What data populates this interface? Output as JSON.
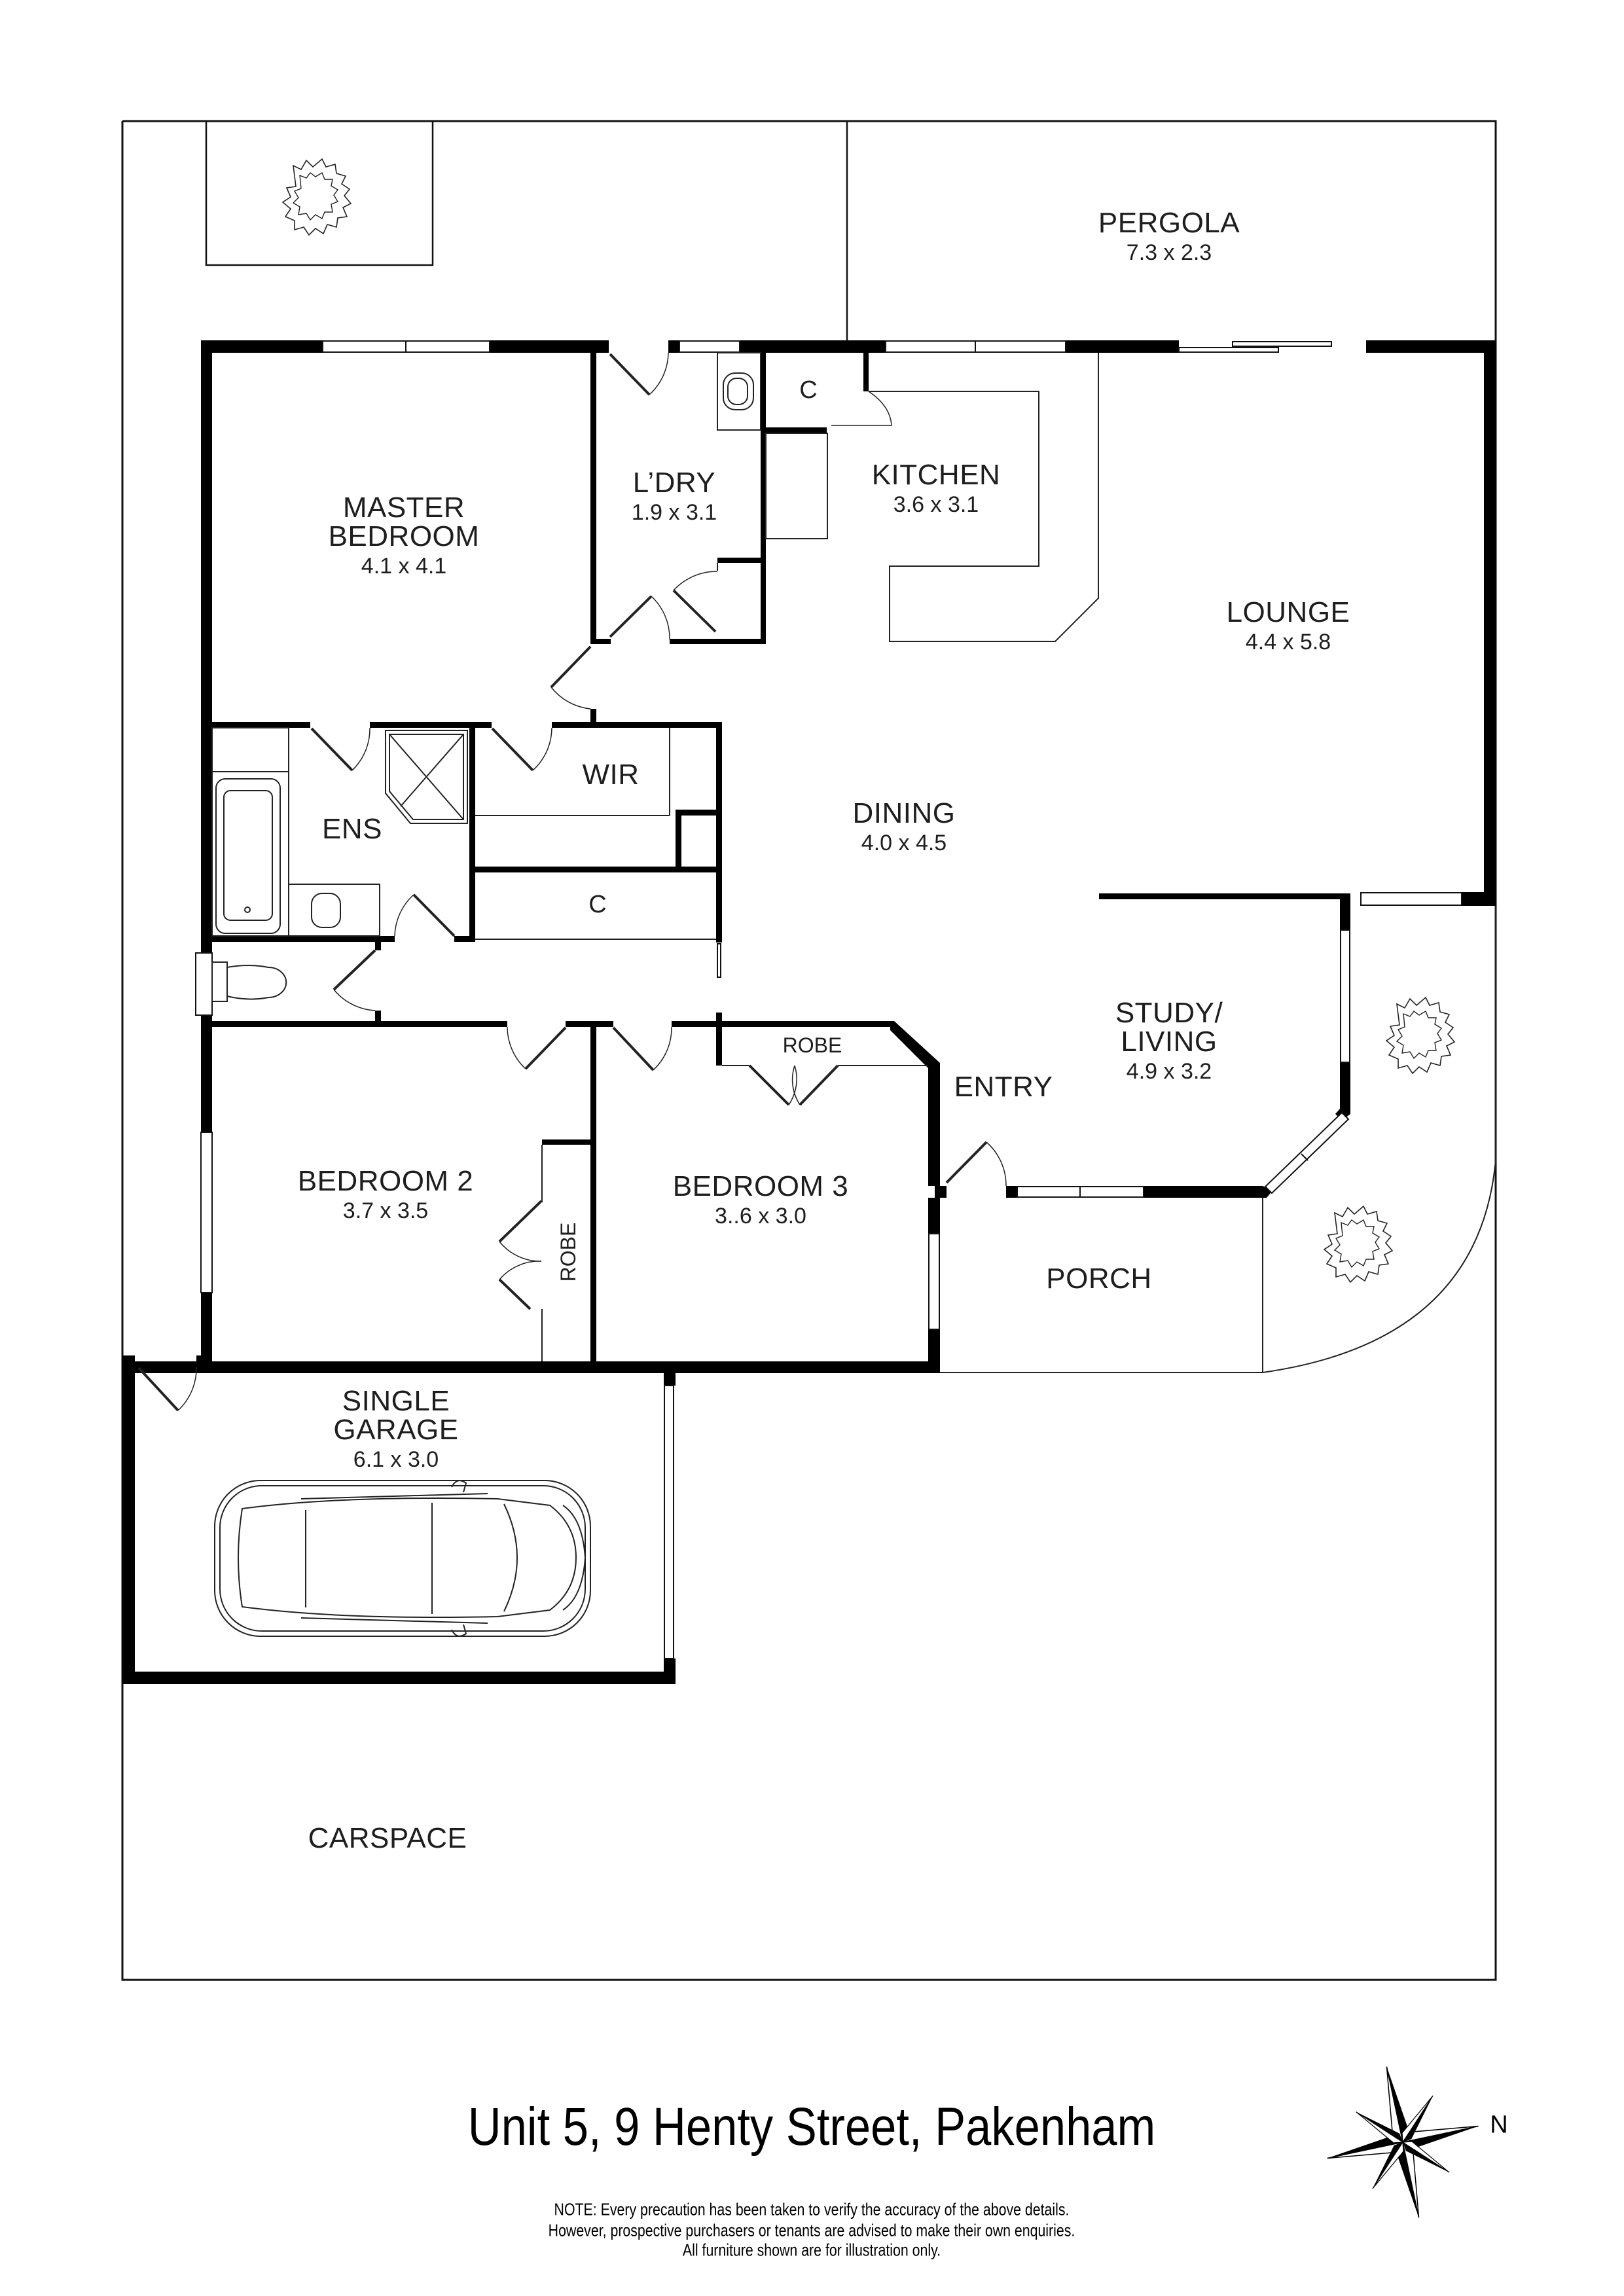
{
  "property": {
    "address": "Unit 5, 9 Henty Street, Pakenham"
  },
  "disclaimer": {
    "line1": "NOTE: Every precaution has been taken to verify the accuracy of the above details.",
    "line2": "However, prospective purchasers or tenants are advised to make their own enquiries.",
    "line3": "All furniture shown are for illustration only."
  },
  "compass": {
    "label": "N",
    "icon": "compass-rose-icon"
  },
  "rooms": {
    "pergola": {
      "name": "PERGOLA",
      "dims": "7.3 x 2.3"
    },
    "master_bedroom": {
      "name_line1": "MASTER",
      "name_line2": "BEDROOM",
      "dims": "4.1 x 4.1"
    },
    "laundry": {
      "name": "L’DRY",
      "dims": "1.9 x 3.1"
    },
    "kitchen_cupboard": {
      "name": "C"
    },
    "kitchen": {
      "name": "KITCHEN",
      "dims": "3.6 x 3.1"
    },
    "lounge": {
      "name": "LOUNGE",
      "dims": "4.4 x 5.8"
    },
    "ensuite": {
      "name": "ENS"
    },
    "wir": {
      "name": "WIR"
    },
    "hall_cupboard": {
      "name": "C"
    },
    "dining": {
      "name": "DINING",
      "dims": "4.0 x 4.5"
    },
    "study_living": {
      "name_line1": "STUDY/",
      "name_line2": "LIVING",
      "dims": "4.9 x 3.2"
    },
    "entry": {
      "name": "ENTRY"
    },
    "bedroom2": {
      "name": "BEDROOM 2",
      "dims": "3.7 x 3.5"
    },
    "bedroom2_robe": {
      "name": "ROBE"
    },
    "bedroom3": {
      "name": "BEDROOM 3",
      "dims": "3..6 x 3.0"
    },
    "bedroom3_robe": {
      "name": "ROBE"
    },
    "porch": {
      "name": "PORCH"
    },
    "garage": {
      "name_line1": "SINGLE",
      "name_line2": "GARAGE",
      "dims": "6.1 x 3.0"
    },
    "carspace": {
      "name": "CARSPACE"
    }
  },
  "colors": {
    "wall": "#000000",
    "line": "#1a1a1a",
    "background": "#ffffff",
    "text": "#1e1e1e"
  }
}
